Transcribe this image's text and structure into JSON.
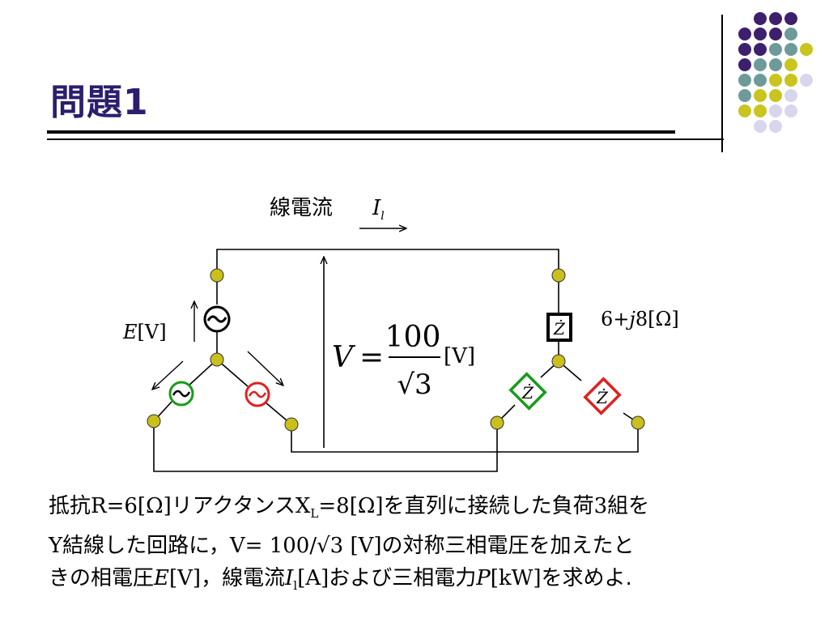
{
  "slide": {
    "title": "問題1"
  },
  "circuit": {
    "line_current_label": "線電流",
    "line_current_symbol": "I",
    "line_current_sub": "l",
    "source_label_E": "E",
    "source_label_unit": "[V]",
    "impedance_symbol": "Ż",
    "impedance_value_1": "6+",
    "impedance_value_j": "j",
    "impedance_value_2": "8[Ω]",
    "voltage_lhs": "V =",
    "voltage_num": "100",
    "voltage_den_sqrt": "√3",
    "voltage_unit": "[V]",
    "colors": {
      "node": "#c9c01c",
      "source_black": "#000000",
      "source_green": "#1a9a1a",
      "source_red": "#e02020",
      "accent_dots": [
        "#3e1f6e",
        "#6f9a9a",
        "#c9c41e",
        "#d8d6ec"
      ]
    }
  },
  "problem": {
    "l1_a": "抵抗",
    "l1_b": "R=6[Ω]",
    "l1_c": "リアクタンス",
    "l1_d": "X",
    "l1_sub": "L",
    "l1_e": "=8[Ω]",
    "l1_f": "を直列に接続した負荷",
    "l1_g": "3",
    "l1_h": "組を",
    "l2_a": "Y",
    "l2_b": "結線した回路に，",
    "l2_c": "V= 100/√3 [V]",
    "l2_d": "の対称三相電圧を加えたと",
    "l3_a": "きの相電圧",
    "l3_b": "E",
    "l3_c": "[V]",
    "l3_d": "，線電流",
    "l3_e": "I",
    "l3_sub": "l",
    "l3_f": "[A]",
    "l3_g": "および三相電力",
    "l3_h": "P",
    "l3_i": "[kW]",
    "l3_j": "を求めよ."
  }
}
